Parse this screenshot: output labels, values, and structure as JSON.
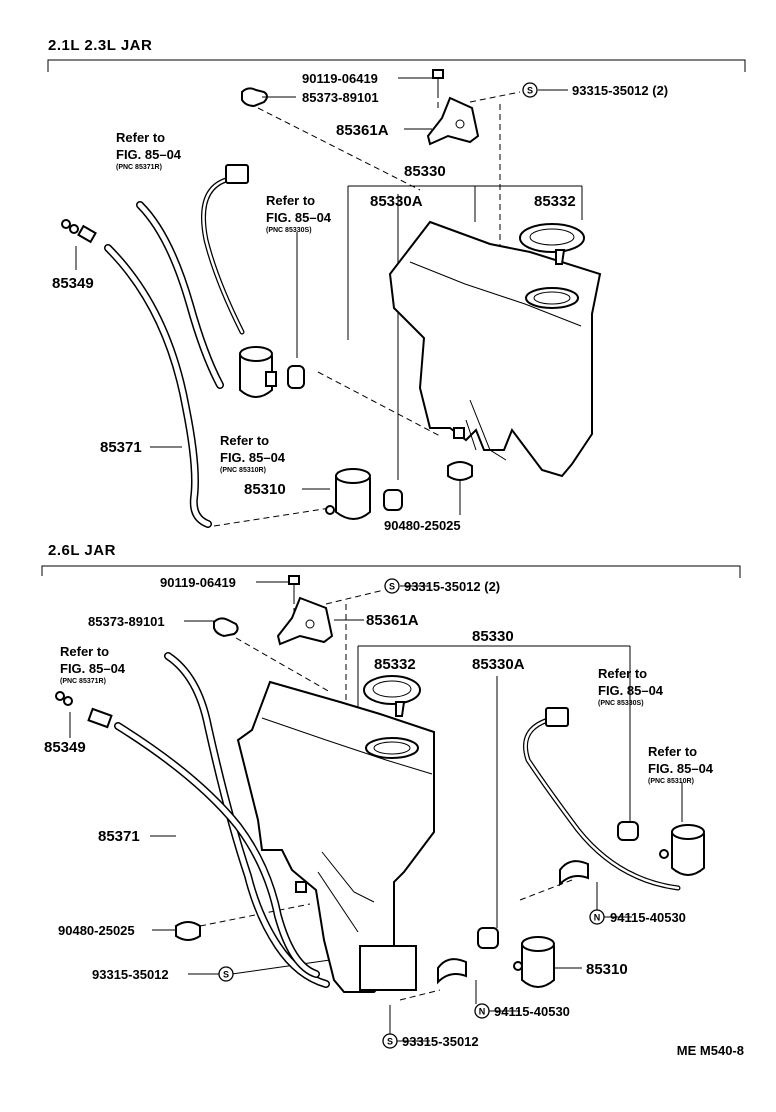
{
  "sections": {
    "top_title": "2.1L  2.3L JAR",
    "bottom_title": "2.6L JAR"
  },
  "top": {
    "p1": "90119-06419",
    "p2": "85373-89101",
    "p3": "93315-35012 (2)",
    "p4": "85361A",
    "p5": "85330",
    "p6": "85330A",
    "p7": "85332",
    "p8": "85349",
    "p9": "85371",
    "p10": "85310",
    "p11": "90480-25025",
    "ref1": {
      "line1": "Refer to",
      "line2": "FIG. 85–04",
      "line3": "(PNC 85371R)"
    },
    "ref2": {
      "line1": "Refer to",
      "line2": "FIG. 85–04",
      "line3": "(PNC 85330S)"
    },
    "ref3": {
      "line1": "Refer to",
      "line2": "FIG. 85–04",
      "line3": "(PNC 85310R)"
    }
  },
  "bottom": {
    "p1": "90119-06419",
    "p2": "93315-35012 (2)",
    "p3": "85373-89101",
    "p4": "85361A",
    "p5": "85330",
    "p6": "85332",
    "p7": "85330A",
    "p8": "85349",
    "p9": "85371",
    "p10": "90480-25025",
    "p11": "94115-40530",
    "p12": "93315-35012",
    "p13": "85310",
    "p14": "94115-40530",
    "p15": "93315-35012",
    "ref1": {
      "line1": "Refer to",
      "line2": "FIG. 85–04",
      "line3": "(PNC 85371R)"
    },
    "ref2": {
      "line1": "Refer to",
      "line2": "FIG. 85–04",
      "line3": "(PNC 85330S)"
    },
    "ref3": {
      "line1": "Refer to",
      "line2": "FIG. 85–04",
      "line3": "(PNC 85310R)"
    }
  },
  "symbols": {
    "s": "S",
    "n": "N"
  },
  "footer": "ME M540-8"
}
